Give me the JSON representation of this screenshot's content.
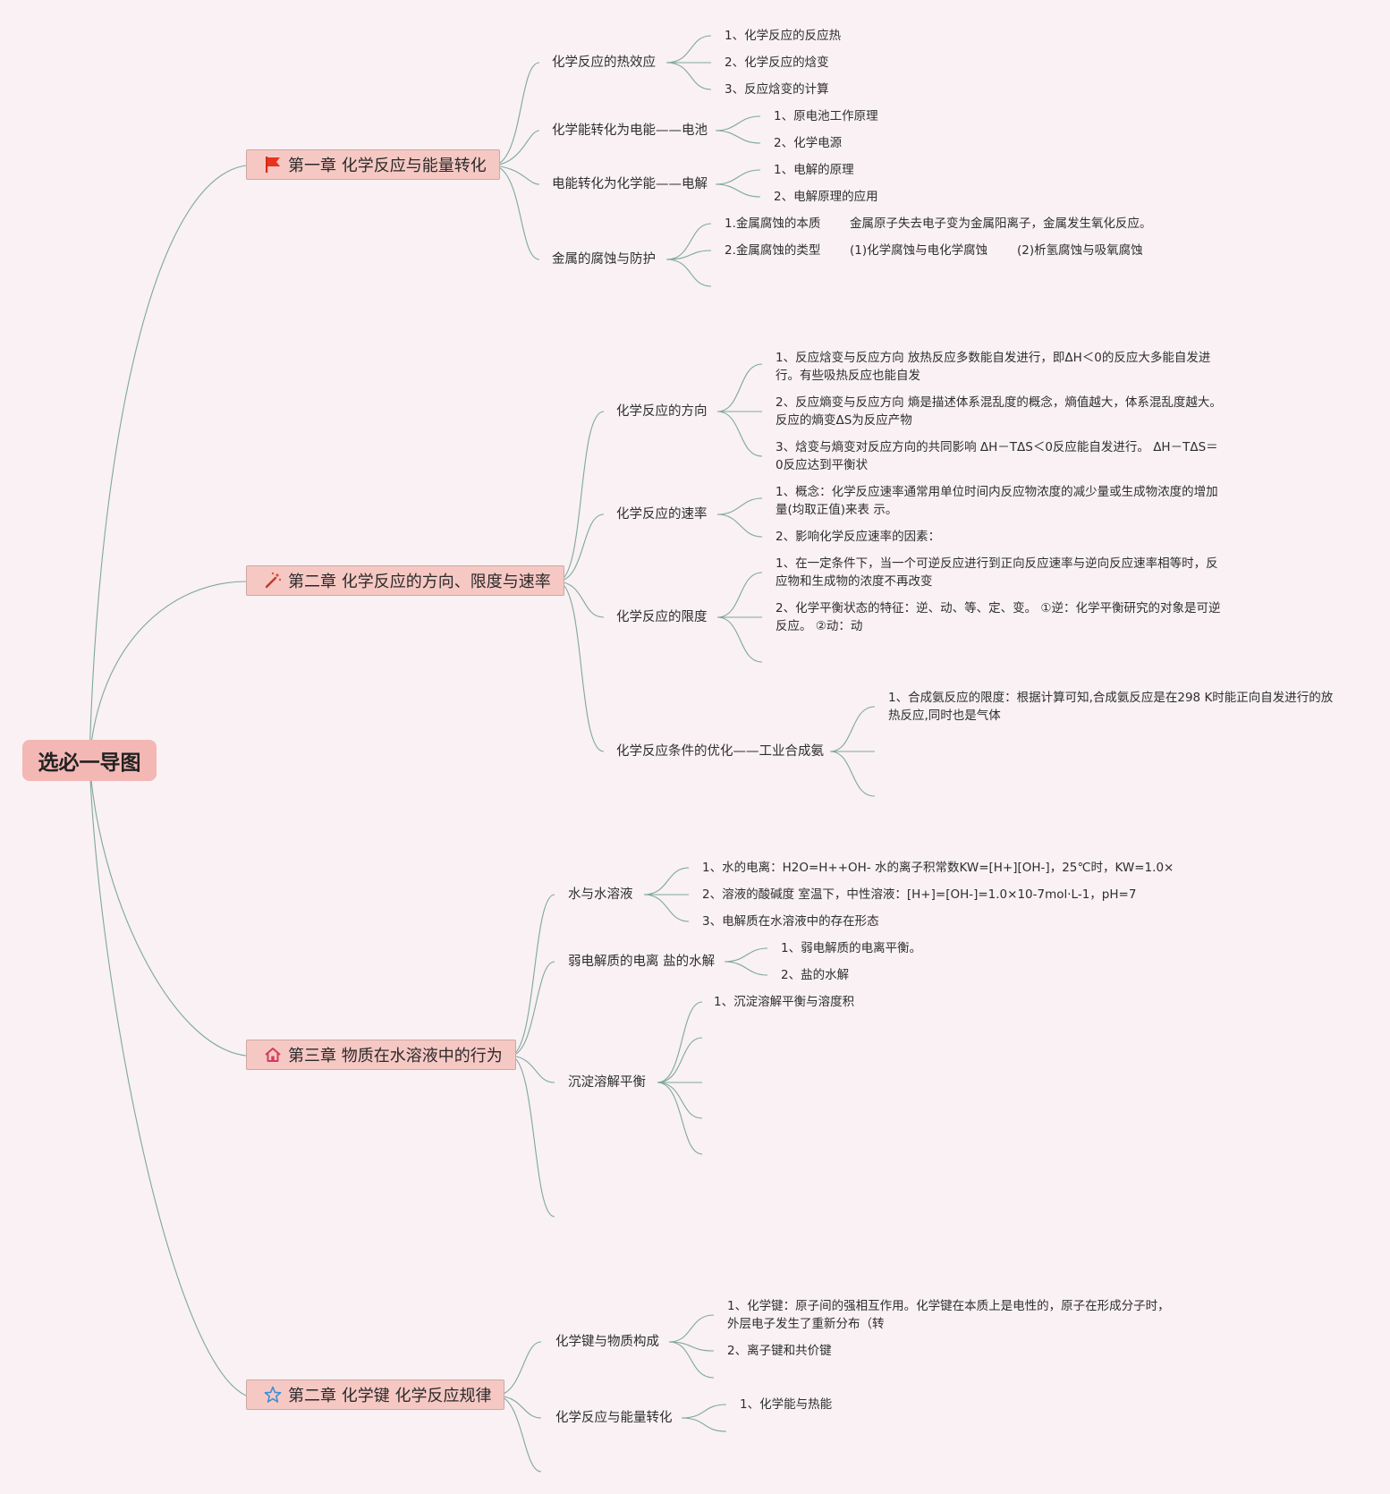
{
  "root": "选必一导图",
  "colors": {
    "background": "#f9f1f3",
    "branch": "#7ea79e",
    "chapter_fill": "#f6c8c4",
    "root_fill": "#f3b7b4"
  },
  "chapters": [
    {
      "title": "第一章 化学反应与能量转化",
      "icon": "red-flag-icon",
      "topics": [
        {
          "label": "化学反应的热效应",
          "items": [
            "1、化学反应的反应热",
            "2、化学反应的焓变",
            "3、反应焓变的计算"
          ]
        },
        {
          "label": "化学能转化为电能——电池",
          "items": [
            "1、原电池工作原理",
            "2、化学电源"
          ]
        },
        {
          "label": "电能转化为化学能——电解",
          "items": [
            "1、电解的原理",
            "2、电解原理的应用"
          ]
        },
        {
          "label": "金属的腐蚀与防护",
          "items": [
            {
              "text": "1.金属腐蚀的本质",
              "parts": [
                "金属原子失去电子变为金属阳离子，金属发生氧化反应。"
              ]
            },
            {
              "text": "2.金属腐蚀的类型",
              "parts": [
                "(1)化学腐蚀与电化学腐蚀",
                "(2)析氢腐蚀与吸氧腐蚀"
              ]
            }
          ]
        }
      ]
    },
    {
      "title": "第二章 化学反应的方向、限度与速率",
      "icon": "magic-wand-icon",
      "topics": [
        {
          "label": "化学反应的方向",
          "items": [
            "1、反应焓变与反应方向 放热反应多数能自发进行，即ΔH＜0的反应大多能自发进行。有些吸热反应也能自发",
            "2、反应熵变与反应方向 熵是描述体系混乱度的概念，熵值越大，体系混乱度越大。反应的熵变ΔS为反应产物",
            "3、焓变与熵变对反应方向的共同影响 ΔH－TΔS＜0反应能自发进行。 ΔH－TΔS＝0反应达到平衡状"
          ]
        },
        {
          "label": "化学反应的速率",
          "items": [
            "1、概念：化学反应速率通常用单位时间内反应物浓度的减少量或生成物浓度的增加量(均取正值)来表 示。",
            "2、影响化学反应速率的因素："
          ]
        },
        {
          "label": "化学反应的限度",
          "items": [
            "1、在一定条件下，当一个可逆反应进行到正向反应速率与逆向反应速率相等时，反应物和生成物的浓度不再改变",
            "2、化学平衡状态的特征：逆、动、等、定、变。        ①逆：化学平衡研究的对象是可逆反应。        ②动：动"
          ]
        },
        {
          "label": "化学反应条件的优化——工业合成氨",
          "items": [
            "1、合成氨反应的限度：根据计算可知,合成氨反应是在298 K时能正向自发进行的放热反应,同时也是气体"
          ]
        }
      ]
    },
    {
      "title": "第三章 物质在水溶液中的行为",
      "icon": "house-icon",
      "topics": [
        {
          "label": "水与水溶液",
          "items": [
            "1、水的电离：H2O=H++OH- 水的离子积常数KW=[H+][OH-]，25℃时，KW=1.0×",
            "2、溶液的酸碱度 室温下，中性溶液：[H+]=[OH-]=1.0×10-7mol·L-1，pH=7",
            "3、电解质在水溶液中的存在形态"
          ]
        },
        {
          "label": "弱电解质的电离 盐的水解",
          "items": [
            "1、弱电解质的电离平衡。",
            "2、盐的水解"
          ]
        },
        {
          "label": "沉淀溶解平衡",
          "items": [
            "1、沉淀溶解平衡与溶度积"
          ]
        }
      ]
    },
    {
      "title": "第二章 化学键 化学反应规律",
      "icon": "star-icon",
      "topics": [
        {
          "label": "化学键与物质构成",
          "items": [
            "1、化学键：原子间的强相互作用。化学键在本质上是电性的，原子在形成分子时，外层电子发生了重新分布（转",
            "2、离子键和共价键"
          ]
        },
        {
          "label": "化学反应与能量转化",
          "items": [
            "1、化学能与热能"
          ]
        }
      ]
    }
  ]
}
